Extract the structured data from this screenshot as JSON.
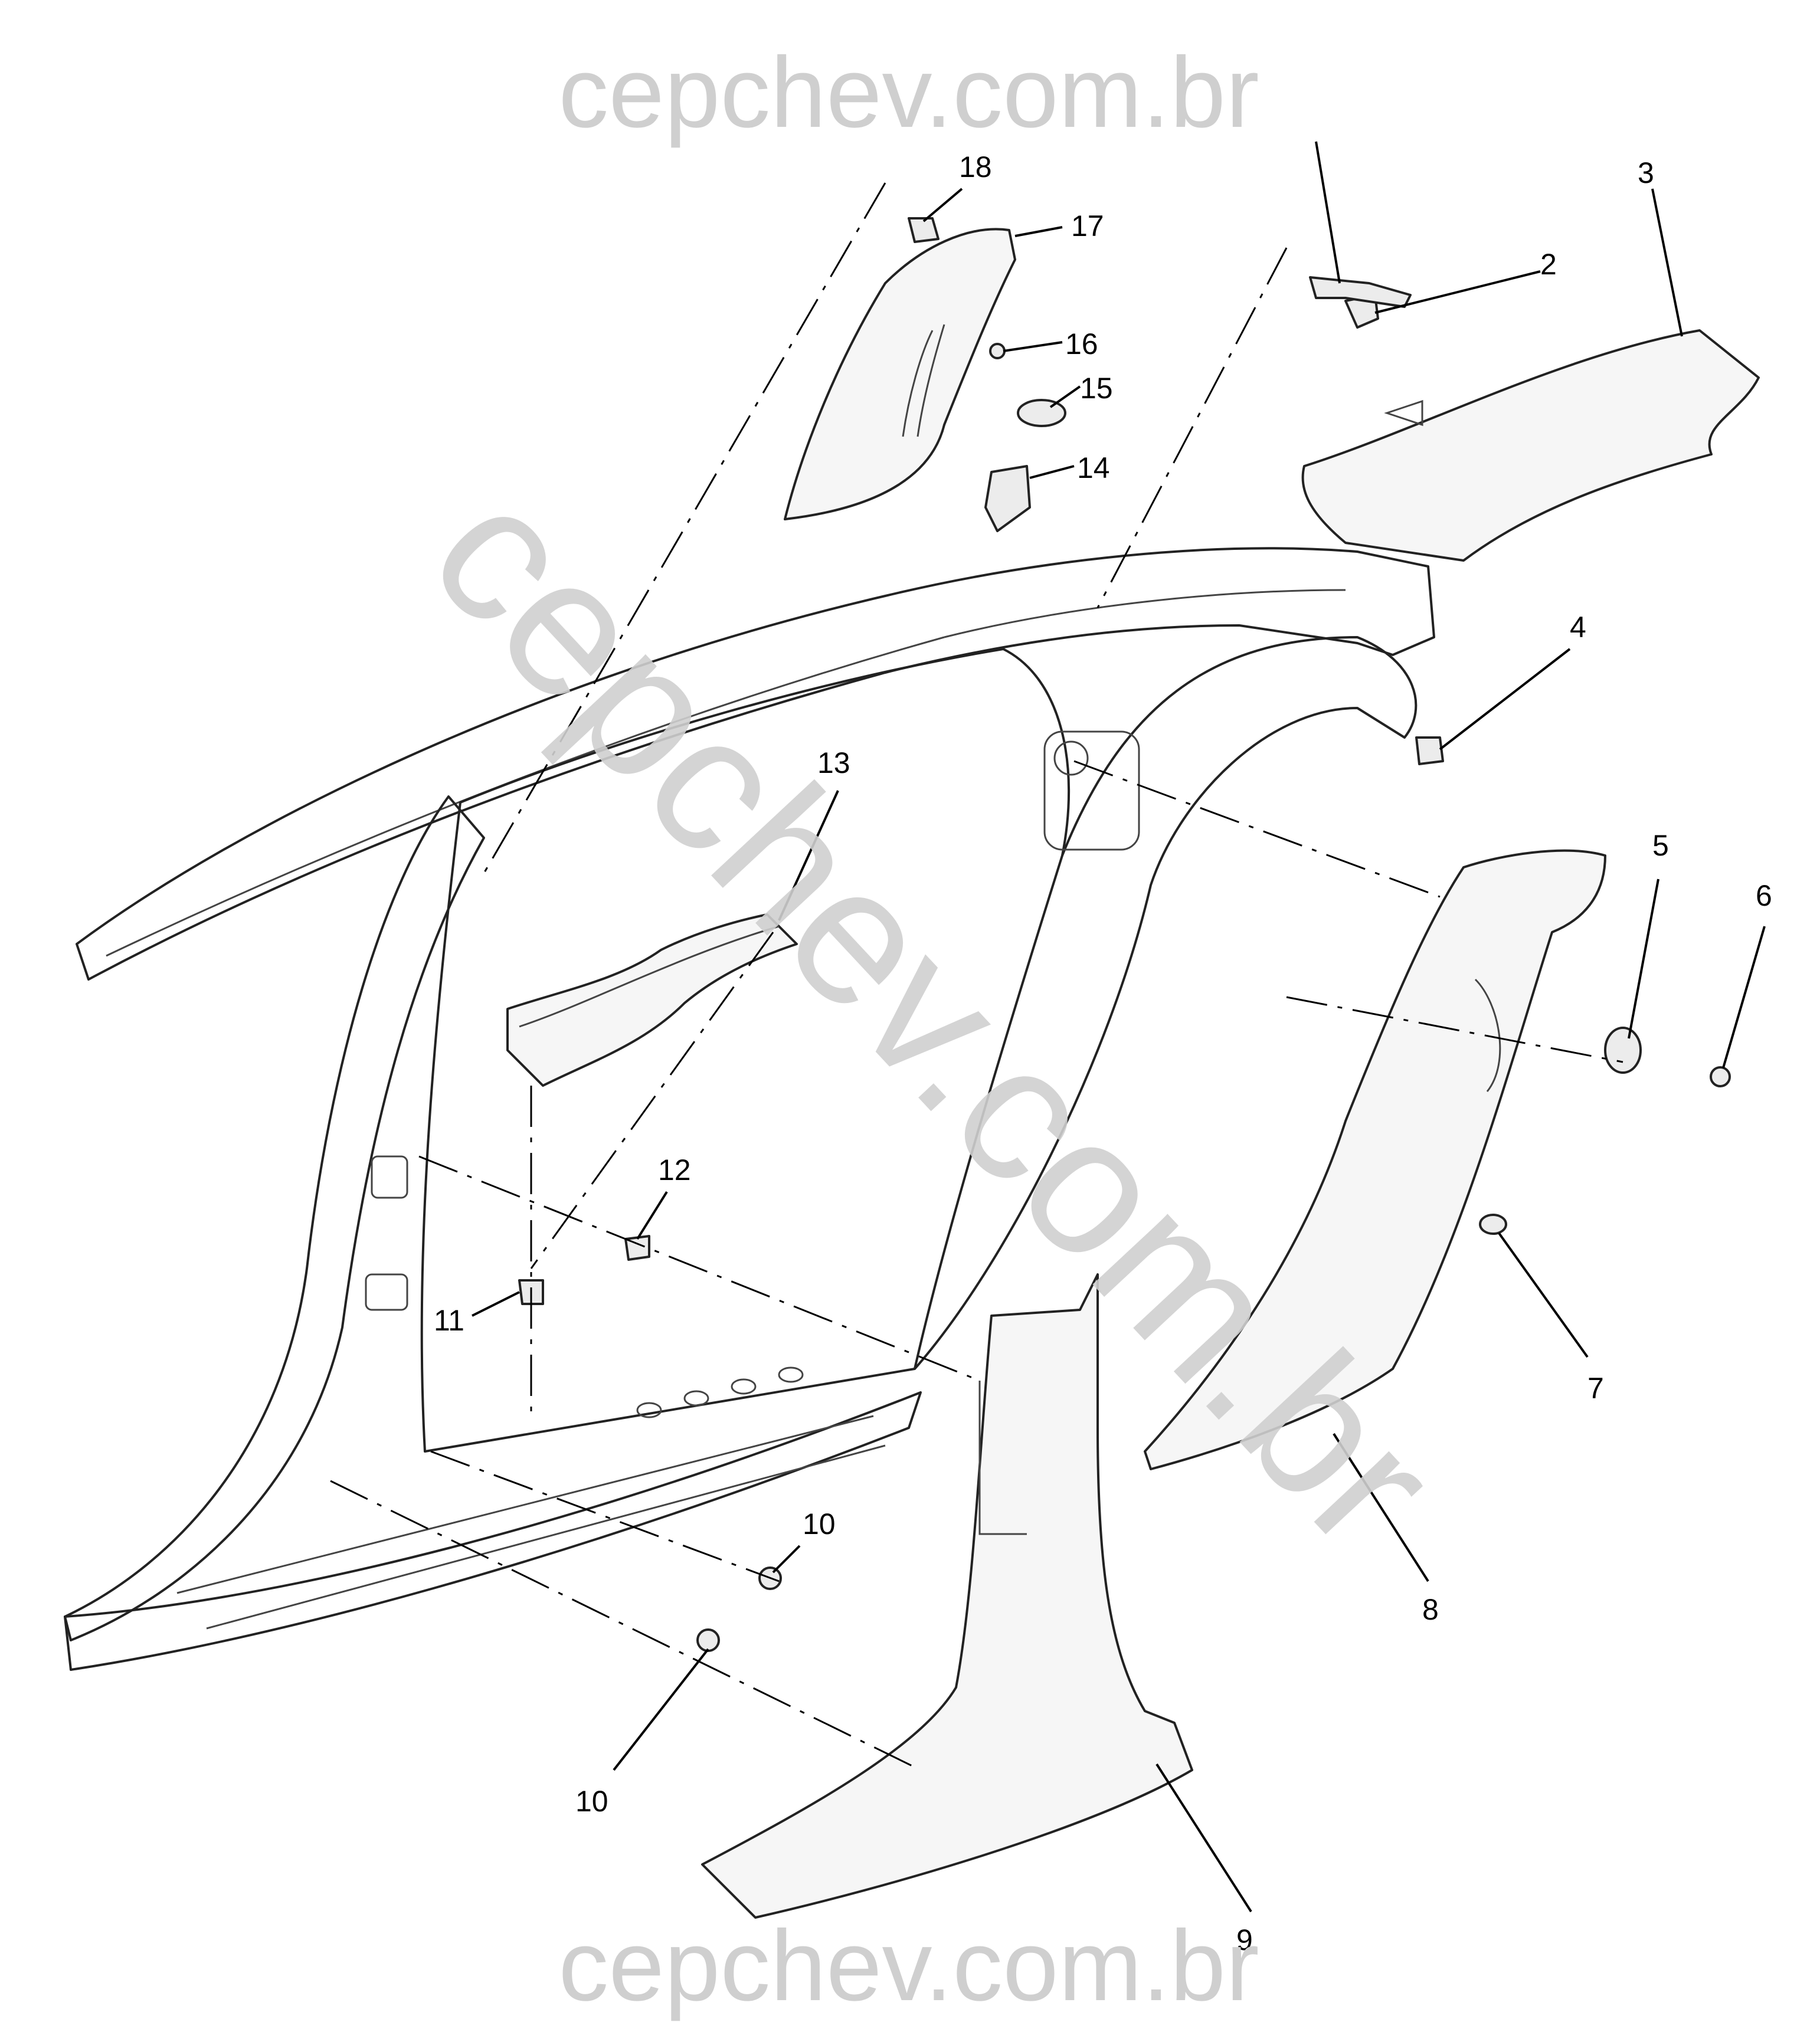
{
  "watermarks": {
    "top": "cepchev.com.br",
    "diagonal": "cepchev.com.br",
    "bottom": "cepchev.com.br"
  },
  "callouts": [
    {
      "id": "1",
      "label": ""
    },
    {
      "id": "2",
      "label": "2"
    },
    {
      "id": "3",
      "label": "3"
    },
    {
      "id": "4",
      "label": "4"
    },
    {
      "id": "5",
      "label": "5"
    },
    {
      "id": "6",
      "label": "6"
    },
    {
      "id": "7",
      "label": "7"
    },
    {
      "id": "8",
      "label": "8"
    },
    {
      "id": "9",
      "label": "9"
    },
    {
      "id": "10a",
      "label": "10"
    },
    {
      "id": "10b",
      "label": "10"
    },
    {
      "id": "11",
      "label": "11"
    },
    {
      "id": "12",
      "label": "12"
    },
    {
      "id": "13",
      "label": "13"
    },
    {
      "id": "14",
      "label": "14"
    },
    {
      "id": "15",
      "label": "15"
    },
    {
      "id": "16",
      "label": "16"
    },
    {
      "id": "17",
      "label": "17"
    },
    {
      "id": "18",
      "label": "18"
    }
  ],
  "colors": {
    "line": "#222222",
    "watermark": "#cfcfcf",
    "panel_fill": "#f6f6f6"
  }
}
